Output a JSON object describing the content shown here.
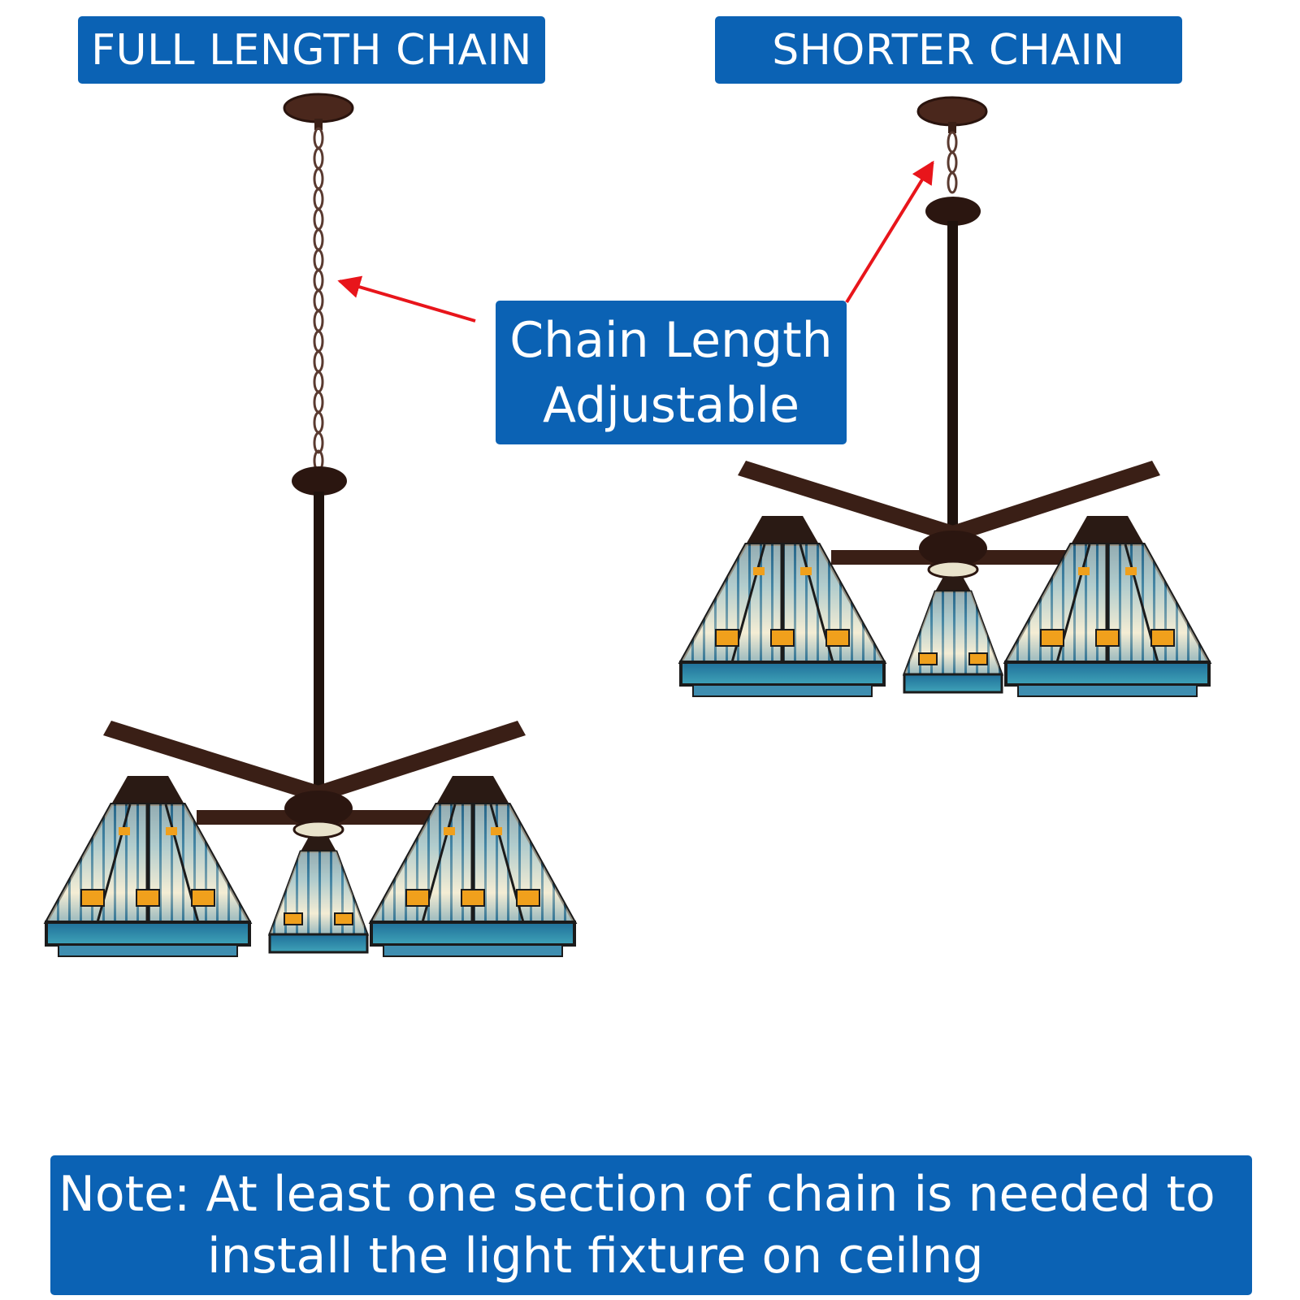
{
  "labels": {
    "full_length_chain": "FULL LENGTH CHAIN",
    "shorter_chain": "SHORTER CHAIN",
    "adjustable_line1": "Chain Length",
    "adjustable_line2": "Adjustable",
    "note_line1": "Note: At least one section of chain is needed to",
    "note_line2": "install the light fixture on ceilng"
  },
  "colors": {
    "label_background": "#0b62b4",
    "label_text": "#ffffff",
    "arrow": "#e8151b",
    "bronze": "#3a1f16",
    "glass_blue": "#2d7fa6",
    "glass_cream": "#f2ead0",
    "glass_amber": "#f0a01c"
  },
  "icons": {
    "fixture_left": "chandelier-icon",
    "fixture_right": "chandelier-icon",
    "arrow_left": "arrow-icon",
    "arrow_right": "arrow-icon"
  }
}
